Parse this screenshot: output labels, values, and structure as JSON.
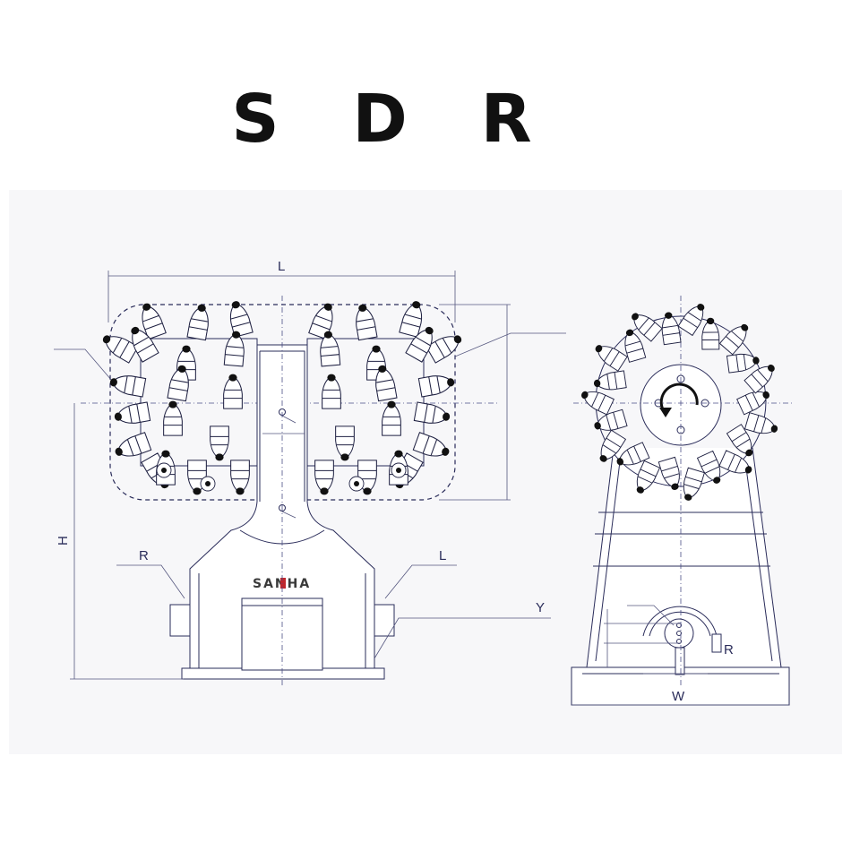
{
  "title": "S D R",
  "brand": "SANHA",
  "labels": {
    "length": "L",
    "height": "H",
    "rotation_right": "R",
    "rotation_left": "L",
    "port": "Y",
    "width": "W",
    "side_rotation": "R"
  },
  "colors": {
    "line": "#2a2c5a",
    "background": "#f7f7f9",
    "tip": "#111111"
  }
}
